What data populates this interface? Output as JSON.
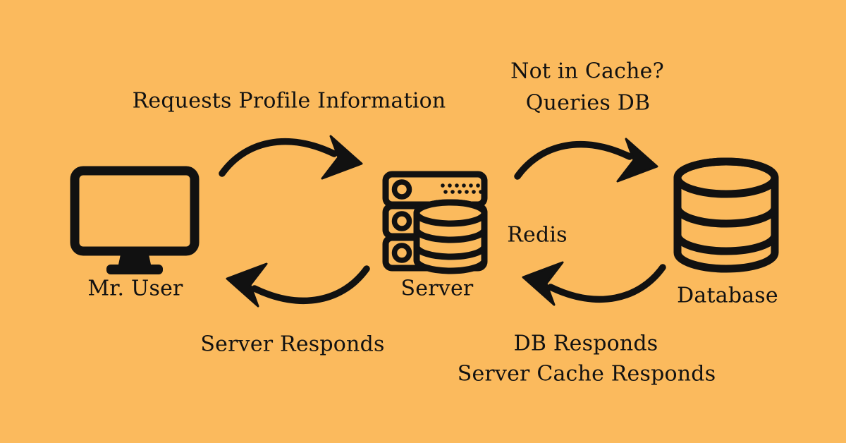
{
  "title": "User / Server / Redis cache / Database request flow diagram",
  "colors": {
    "background": "#FBBA5D",
    "foreground": "#111111"
  },
  "nodes": [
    {
      "id": "user",
      "label": "Mr. User",
      "icon": "monitor-icon"
    },
    {
      "id": "server",
      "label": "Server",
      "badge": "Redis",
      "icon": "server-rack-cache-icon"
    },
    {
      "id": "database",
      "label": "Database",
      "icon": "database-cylinder-icon"
    }
  ],
  "edges": [
    {
      "id": "requests-profile",
      "from": "user",
      "to": "server",
      "direction": "right",
      "lines": [
        "Requests Profile Information"
      ]
    },
    {
      "id": "server-responds",
      "from": "server",
      "to": "user",
      "direction": "left",
      "lines": [
        "Server Responds"
      ]
    },
    {
      "id": "not-in-cache-queries-db",
      "from": "server",
      "to": "database",
      "direction": "right",
      "lines": [
        "Not in Cache?",
        "Queries DB"
      ]
    },
    {
      "id": "db-responds",
      "from": "database",
      "to": "server",
      "direction": "left",
      "lines": [
        "DB Responds",
        "Server Cache Responds"
      ]
    }
  ]
}
